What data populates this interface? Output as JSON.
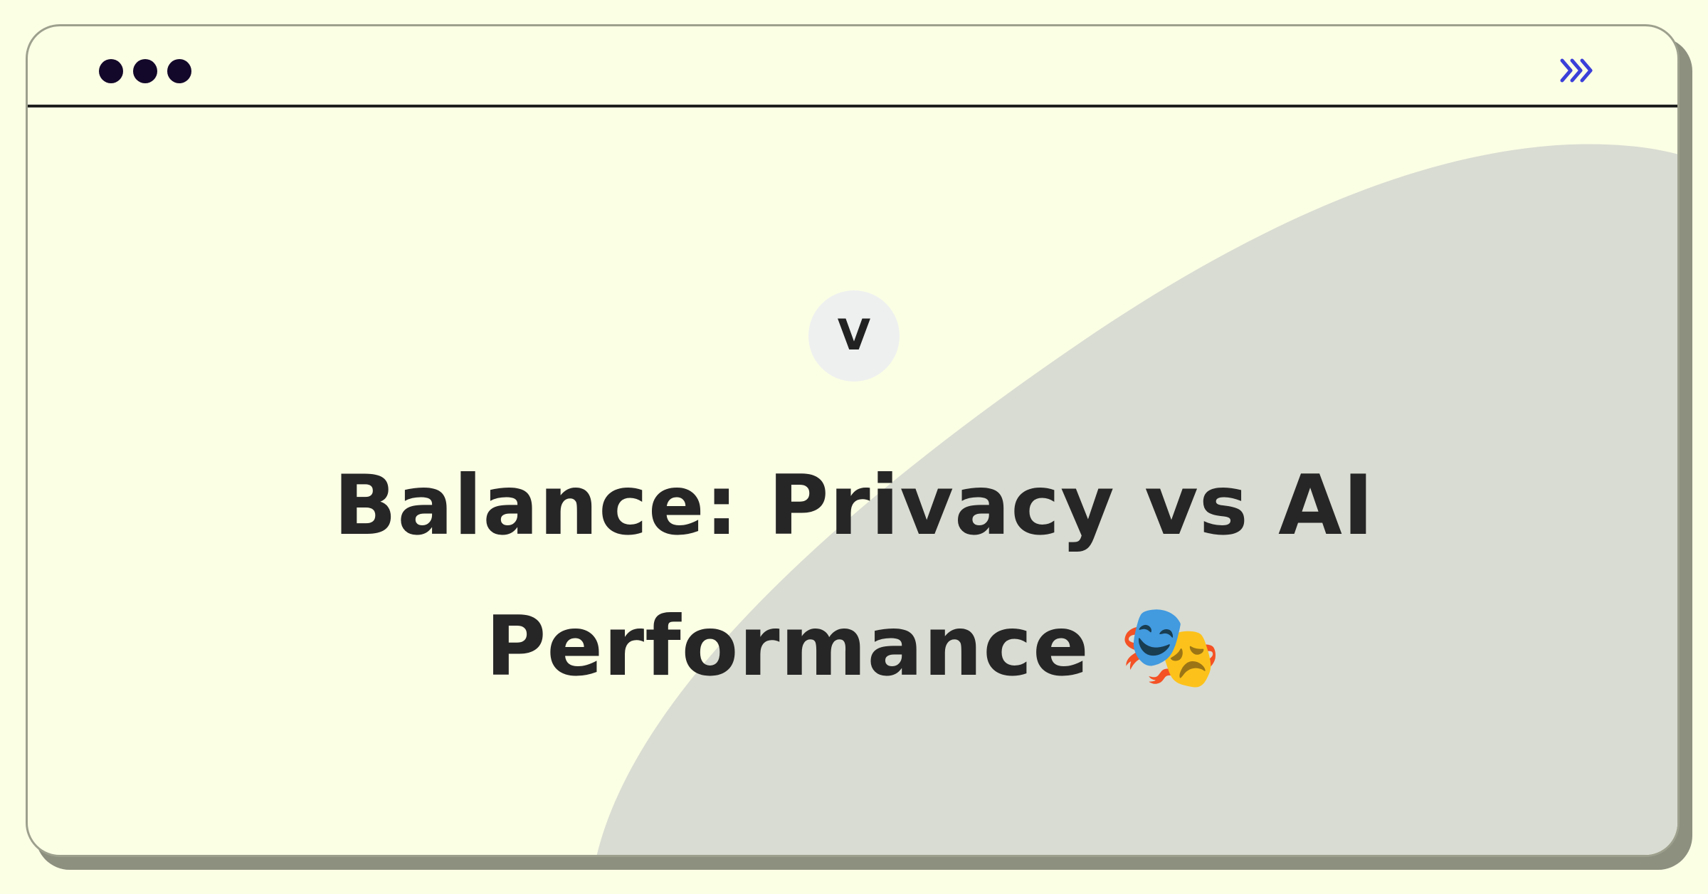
{
  "window": {
    "title_line_1": "Balance: Privacy vs AI",
    "title_line_2": "Performance",
    "title_emoji": "🎭",
    "avatar_letter": "V"
  },
  "icons": {
    "window_controls": "three-dots-icon",
    "forward": "triple-chevron-right-icon"
  },
  "colors": {
    "background": "#fbffe4",
    "accent": "#3b3fd8",
    "text": "#262626",
    "blob": "#d9dcd2"
  }
}
